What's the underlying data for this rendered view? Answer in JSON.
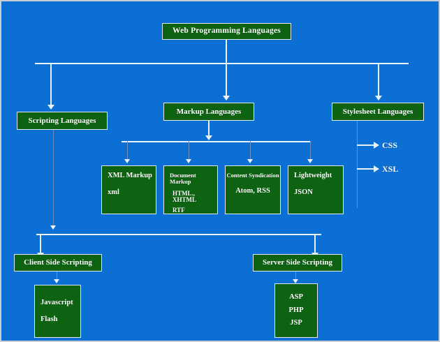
{
  "diagram": {
    "type": "hierarchy-tree",
    "title": "Web Programming Languages",
    "background_color": "#0b6fd4",
    "node_color": "#0d6311",
    "node_border_color": "#dfe9f2",
    "text_color": "#ffffff",
    "connector_color": "#eaf2fb"
  },
  "root": {
    "label": "Web Programming Languages"
  },
  "level1": [
    {
      "label": "Scripting Languages"
    },
    {
      "label": "Markup Languages"
    },
    {
      "label": "Stylesheet Languages"
    }
  ],
  "markup_children": [
    {
      "heading": "XML Markup",
      "items": [
        "xml"
      ]
    },
    {
      "heading": "Document Markup",
      "items": [
        "HTML., XHTML",
        "RTF"
      ]
    },
    {
      "heading": "Content Syndication",
      "items": [
        "Atom, RSS"
      ]
    },
    {
      "heading": "Lightweight",
      "items": [
        "JSON"
      ]
    }
  ],
  "stylesheet_children": [
    {
      "label": "CSS"
    },
    {
      "label": "XSL"
    }
  ],
  "scripting_children": [
    {
      "label": "Client Side Scripting",
      "items": [
        "Javascript",
        "Flash"
      ]
    },
    {
      "label": "Server Side Scripting",
      "items": [
        "ASP",
        "PHP",
        "JSP"
      ]
    }
  ]
}
